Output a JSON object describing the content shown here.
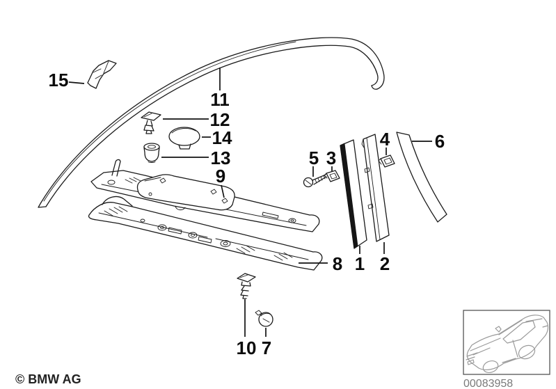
{
  "diagram": {
    "copyright": "© BMW AG",
    "image_number": "00083958",
    "callouts": {
      "p1": "1",
      "p2": "2",
      "p3": "3",
      "p4": "4",
      "p5": "5",
      "p6": "6",
      "p7": "7",
      "p8": "8",
      "p9": "9",
      "p10": "10",
      "p11": "11",
      "p12": "12",
      "p13": "13",
      "p14": "14",
      "p15": "15"
    },
    "colors": {
      "line_art": "#1a1a1a",
      "car_sketch": "#9a9a9a",
      "image_number_text": "#7a7a7a",
      "background": "#ffffff"
    }
  }
}
